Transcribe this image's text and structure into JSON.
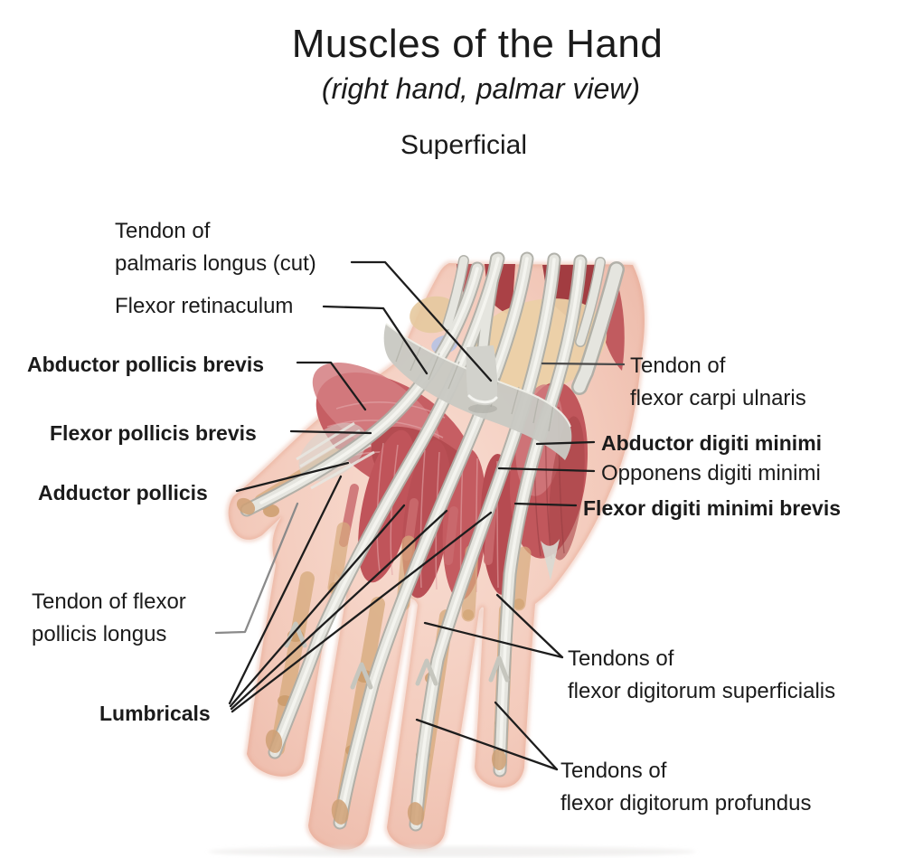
{
  "title": {
    "main": "Muscles of the Hand",
    "subtitle": "(right hand, palmar view)",
    "layer": "Superficial"
  },
  "colors": {
    "background": "#ffffff",
    "label_text": "#1b1b1b",
    "leader_line": "#1d1d1d",
    "leader_line_gray": "#8a8a8a",
    "skin": "#f3cabb",
    "muscle_red": "#c2575c",
    "tendon_gray": "#e5e5df",
    "bone_tan": "#d7ab7e",
    "retinaculum_gray": "#c9c9c3",
    "ligament_blue": "#b6c2e4"
  },
  "labels": [
    {
      "id": "tendon-palmaris-longus",
      "line1": "Tendon of",
      "line2": "palmaris longus (cut)"
    },
    {
      "id": "flexor-retinaculum",
      "line1": "Flexor retinaculum"
    },
    {
      "id": "abductor-pollicis-brevis",
      "line1": "Abductor pollicis brevis"
    },
    {
      "id": "flexor-pollicis-brevis",
      "line1": "Flexor pollicis brevis"
    },
    {
      "id": "adductor-pollicis",
      "line1": "Adductor pollicis"
    },
    {
      "id": "tendon-flexor-pollicis-longus",
      "line1": "Tendon of flexor",
      "line2": "pollicis longus"
    },
    {
      "id": "lumbricals",
      "line1": "Lumbricals"
    },
    {
      "id": "tendon-flexor-carpi-ulnaris",
      "line1": "Tendon of",
      "line2": "flexor carpi ulnaris"
    },
    {
      "id": "abductor-digiti-minimi",
      "line1": "Abductor digiti minimi"
    },
    {
      "id": "opponens-digiti-minimi",
      "line1": "Opponens digiti minimi"
    },
    {
      "id": "flexor-digiti-minimi-brevis",
      "line1": "Flexor digiti minimi brevis"
    },
    {
      "id": "tendons-flexor-digitorum-superficialis",
      "line1": "Tendons of",
      "line2": "flexor digitorum superficialis"
    },
    {
      "id": "tendons-flexor-digitorum-profundus",
      "line1": "Tendons of",
      "line2": "flexor digitorum profundus"
    }
  ]
}
